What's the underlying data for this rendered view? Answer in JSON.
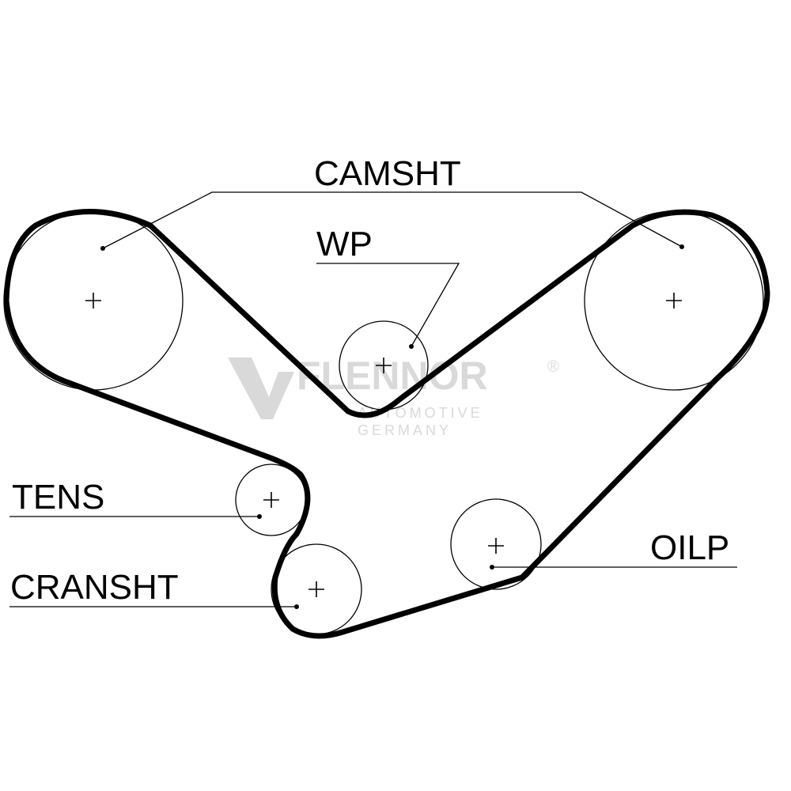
{
  "labels": {
    "camshaft": "CAMSHT",
    "water_pump": "WP",
    "tensioner": "TENS",
    "crankshaft": "CRANSHT",
    "oil_pump": "OILP"
  },
  "watermark": {
    "brand": "FLENNOR",
    "registered": "®",
    "line1": "AUTOMOTIVE",
    "line2": "GERMANY"
  },
  "colors": {
    "belt": "#000000",
    "pulley": "#000000",
    "leader": "#000000",
    "watermark": "#d9d9d9"
  }
}
